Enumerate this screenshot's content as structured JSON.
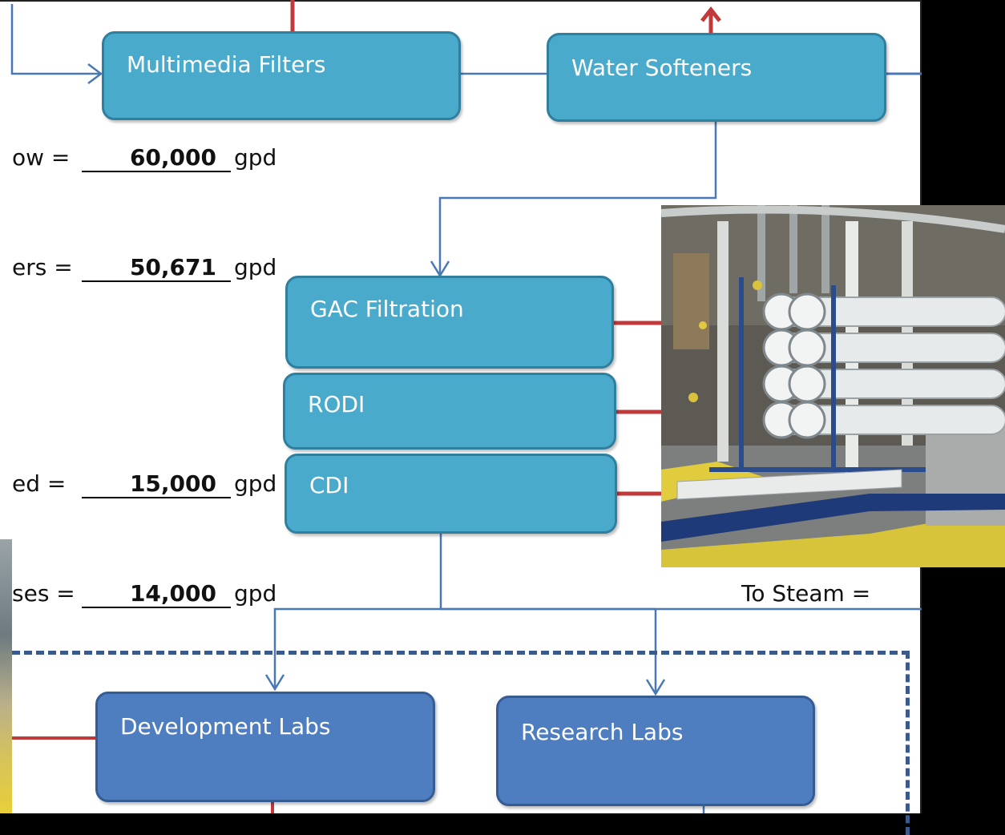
{
  "boxes": {
    "multimedia": "Multimedia Filters",
    "softeners": "Water Softeners",
    "gac": "GAC Filtration",
    "rodi": "RODI",
    "cdi": "CDI",
    "dev_labs": "Development Labs",
    "research_labs": "Research Labs"
  },
  "flows": [
    {
      "label": "ow =",
      "value": "60,000",
      "unit": "gpd"
    },
    {
      "label": "ers =",
      "value": "50,671",
      "unit": "gpd"
    },
    {
      "label": "ed =",
      "value": "15,000",
      "unit": "gpd"
    },
    {
      "label": "ses =",
      "value": "14,000",
      "unit": "gpd"
    }
  ],
  "steam_label": "To Steam =",
  "colors": {
    "process_box": "#4aaacb",
    "lab_box": "#4e7dc0",
    "flow_line": "#4a78b5",
    "utility_line": "#c0393b",
    "dashed_border": "#3a5a8c"
  }
}
